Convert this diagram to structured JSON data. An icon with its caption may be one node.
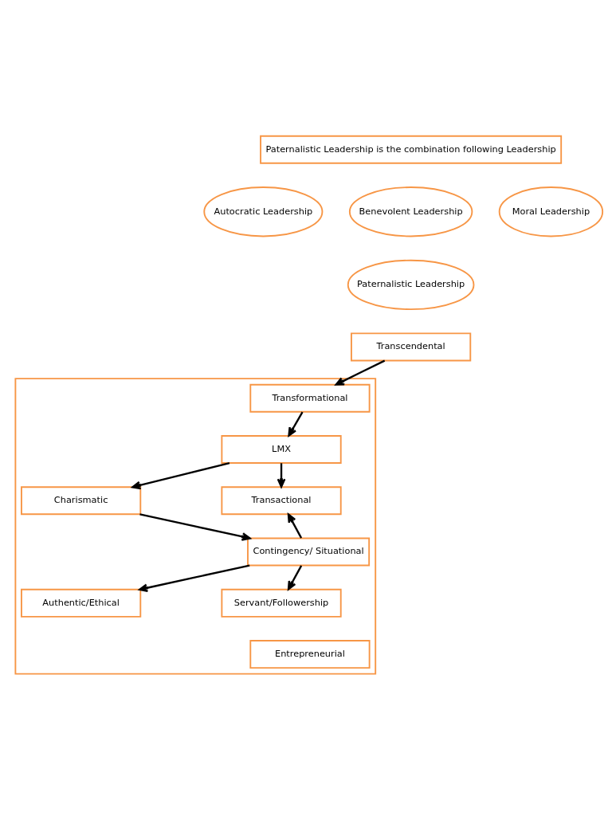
{
  "diagram": {
    "nodes": [
      {
        "text": [
          "Paternalistic Leadership is the combination following Leadership"
        ]
      },
      {
        "text": [
          "Autocratic Leadership"
        ]
      },
      {
        "text": [
          "Benevolent Leadership"
        ]
      },
      {
        "text": [
          "Moral Leadership"
        ]
      },
      {
        "text": [
          "Paternalistic Leadership"
        ]
      },
      {
        "text": [
          "Transcendental"
        ]
      },
      {
        "text": [],
        "shape": "box"
      },
      {
        "text": [
          "Transformational"
        ],
        "in": 6
      },
      {
        "text": [
          "LMX"
        ],
        "in": 6
      },
      {
        "text": [
          "Charismatic"
        ],
        "in": 6
      },
      {
        "text": [
          "Transactional"
        ],
        "in": 6
      },
      {
        "text": [
          "Contingency/ Situational"
        ],
        "in": 6
      },
      {
        "text": [
          "Authentic/Ethical"
        ],
        "in": 6
      },
      {
        "text": [
          "Servant/Followership"
        ],
        "in": 6
      },
      {
        "text": [
          "Entrepreneurial"
        ],
        "in": 6
      }
    ],
    "edges": [
      {
        "from": 5,
        "to": 7,
        "arrow": "to"
      },
      {
        "from": 7,
        "to": 8,
        "arrow": "to"
      },
      {
        "from": 8,
        "to": 9,
        "arrow": "to"
      },
      {
        "from": 8,
        "to": 10,
        "arrow": "to"
      },
      {
        "from": 9,
        "to": 11,
        "arrow": "to"
      },
      {
        "from": 11,
        "to": 10,
        "arrow": "to"
      },
      {
        "from": 11,
        "to": 12,
        "arrow": "to"
      },
      {
        "from": 11,
        "to": 13,
        "arrow": "to"
      }
    ]
  }
}
